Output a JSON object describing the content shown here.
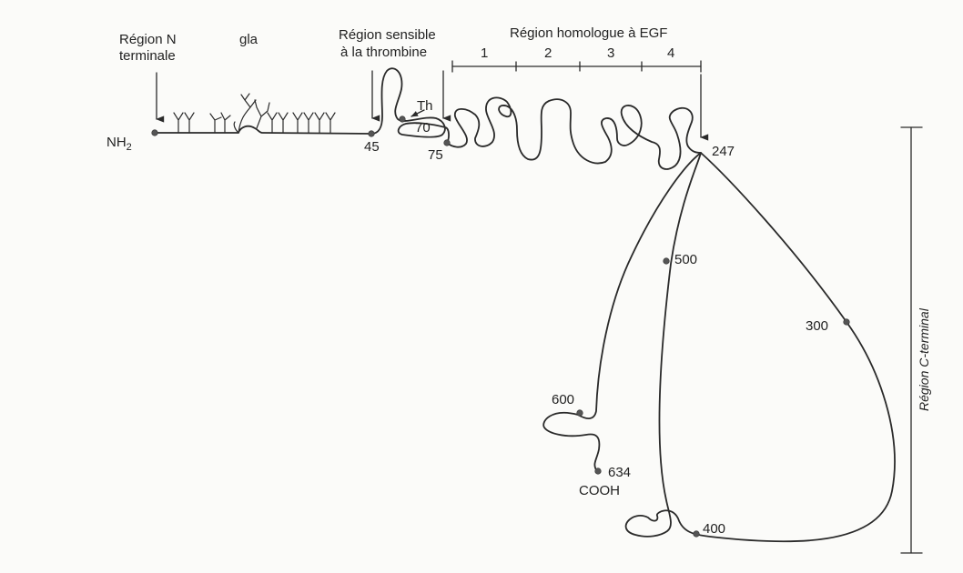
{
  "labels": {
    "region_n_line1": "Région N",
    "region_n_line2": "terminale",
    "gla": "gla",
    "thrombin_line1": "Région sensible",
    "thrombin_line2": "à la thrombine",
    "egf_title": "Région homologue à EGF",
    "egf_segments": [
      "1",
      "2",
      "3",
      "4"
    ],
    "th": "Th",
    "nh2": "NH",
    "nh2_sub": "2",
    "cooh": "COOH",
    "c_terminal": "Région C-terminal"
  },
  "residues": [
    "45",
    "70",
    "75",
    "247",
    "300",
    "400",
    "500",
    "600",
    "634"
  ],
  "colors": {
    "ink": "#2a2a2a",
    "dot": "#555555",
    "paper": "#fbfbf9"
  }
}
